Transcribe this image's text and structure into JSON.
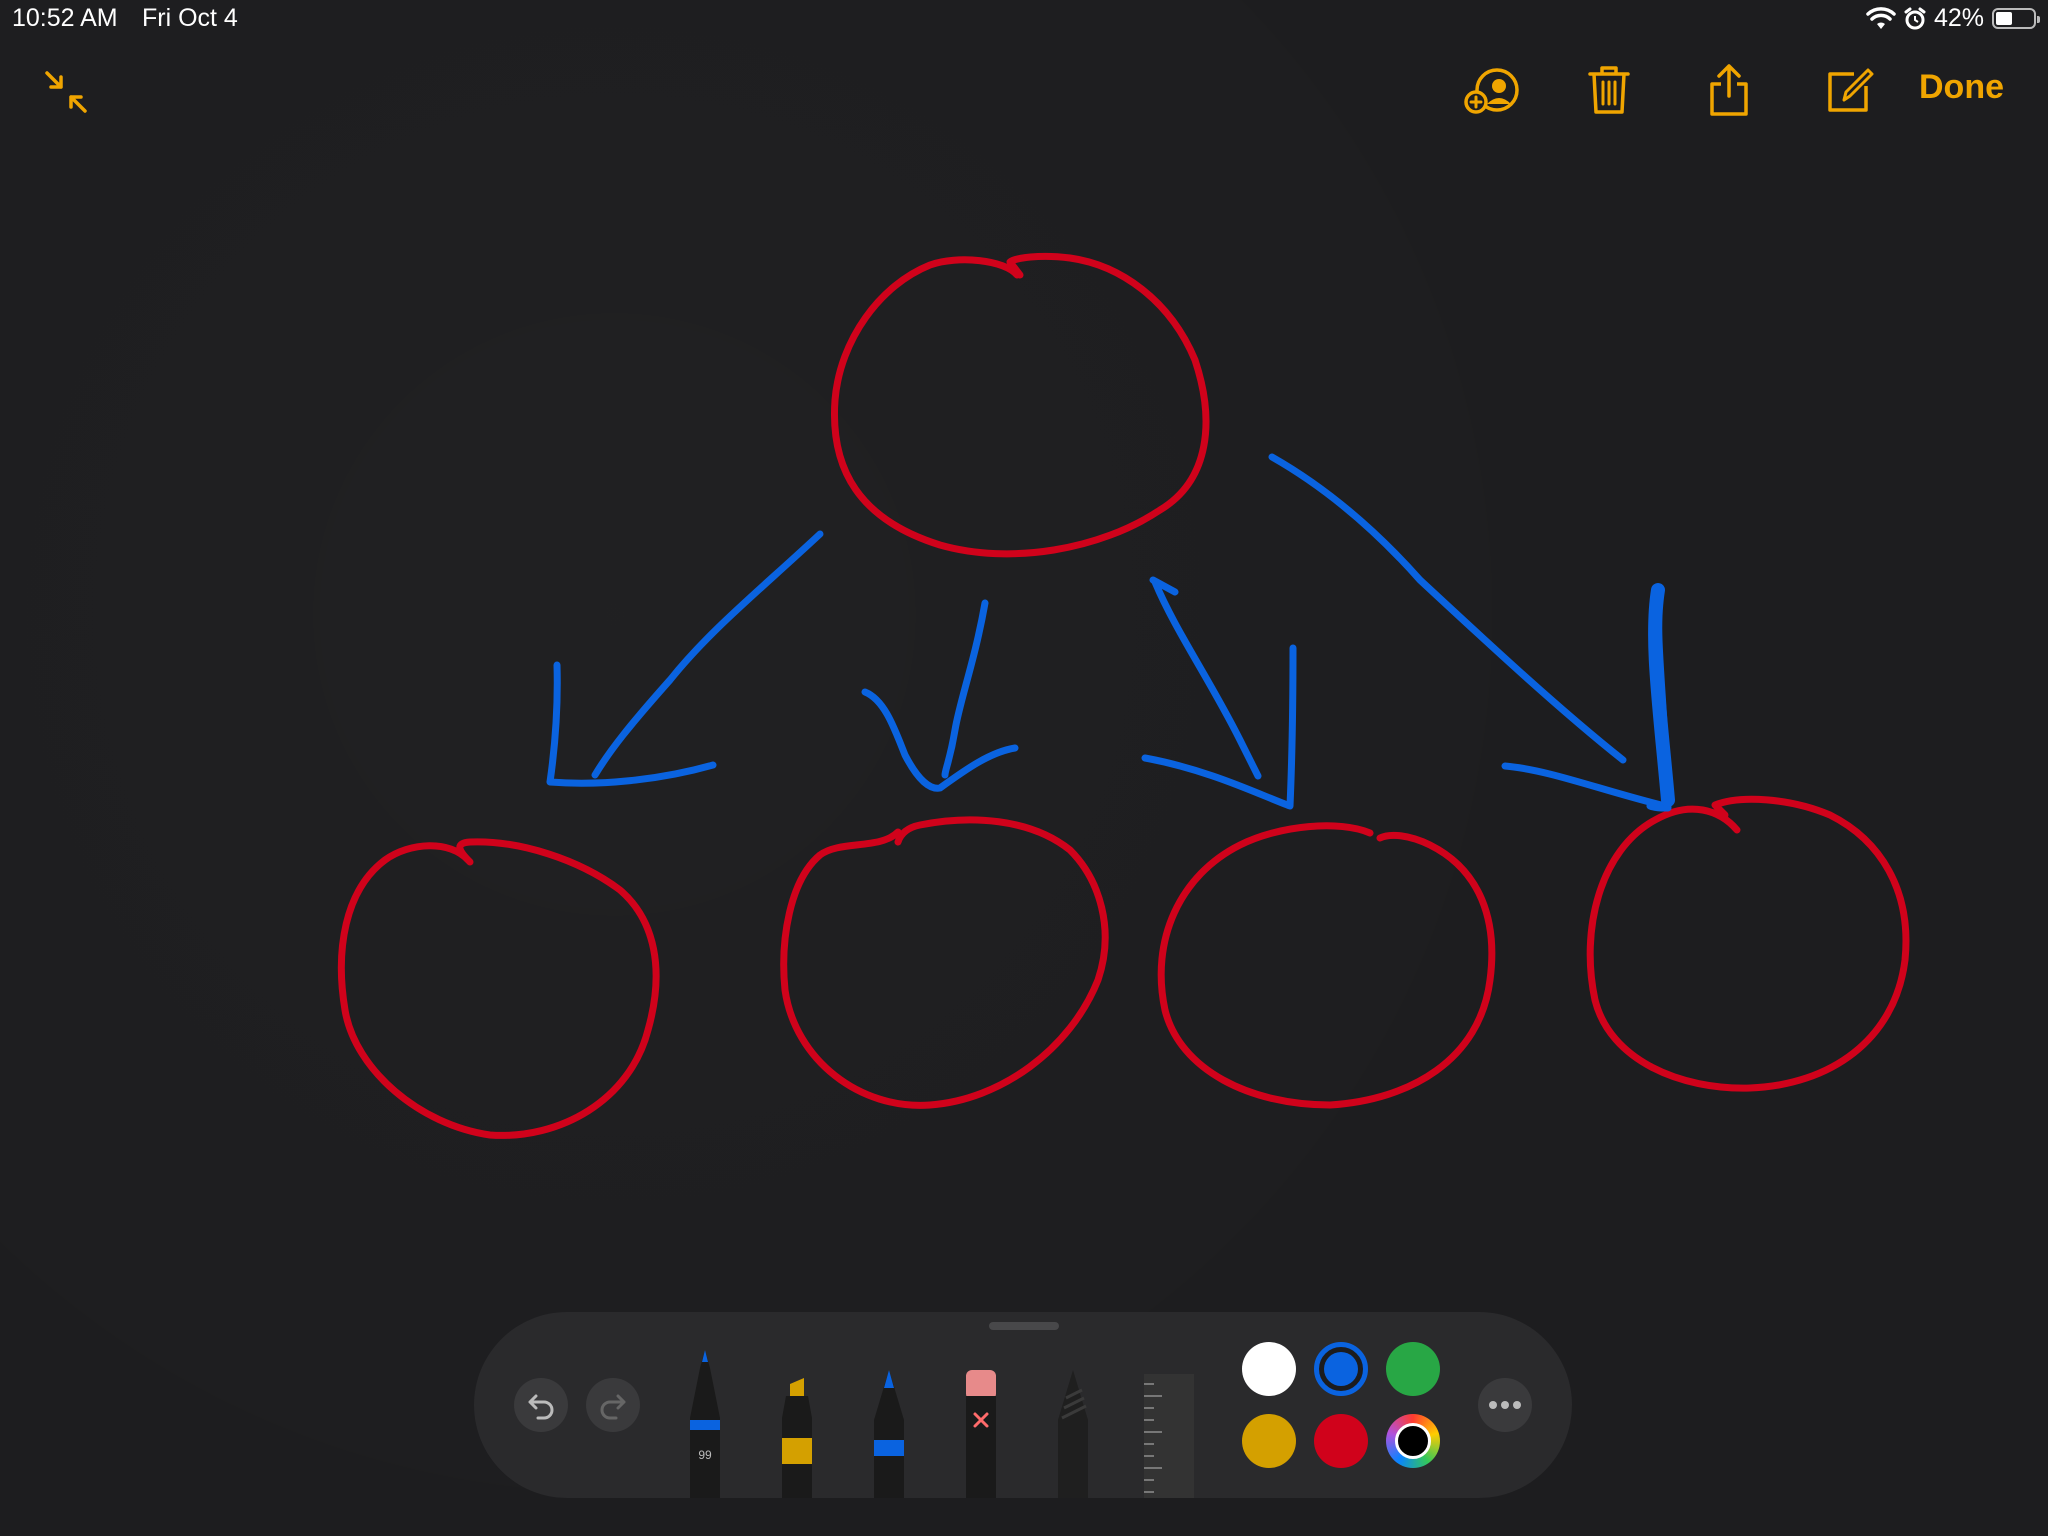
{
  "status_bar": {
    "time": "10:52 AM",
    "date": "Fri Oct 4",
    "battery_percent": "42%",
    "icons": [
      "wifi-icon",
      "alarm-icon",
      "battery-icon"
    ]
  },
  "toolbar": {
    "left_icon": "collapse-icon",
    "right_icons": [
      "add-collaborator-icon",
      "trash-icon",
      "share-icon",
      "compose-icon"
    ],
    "done_label": "Done",
    "accent_color": "#f0a500"
  },
  "drawing": {
    "stroke_colors": {
      "circles": "#d0021b",
      "arrows": "#0a63e0"
    },
    "circle_count": 5,
    "arrow_count": 4
  },
  "palette": {
    "undo_icon": "undo-icon",
    "redo_icon": "redo-icon",
    "tools": [
      "pen",
      "marker",
      "pencil",
      "eraser",
      "crayon",
      "ruler"
    ],
    "pen_width_label": "99",
    "colors": [
      "#ffffff",
      "#0a63e0",
      "#28a745",
      "#d4a000",
      "#d0021b",
      "color-wheel"
    ],
    "selected_color": "#0a63e0",
    "more_icon": "more-icon"
  }
}
